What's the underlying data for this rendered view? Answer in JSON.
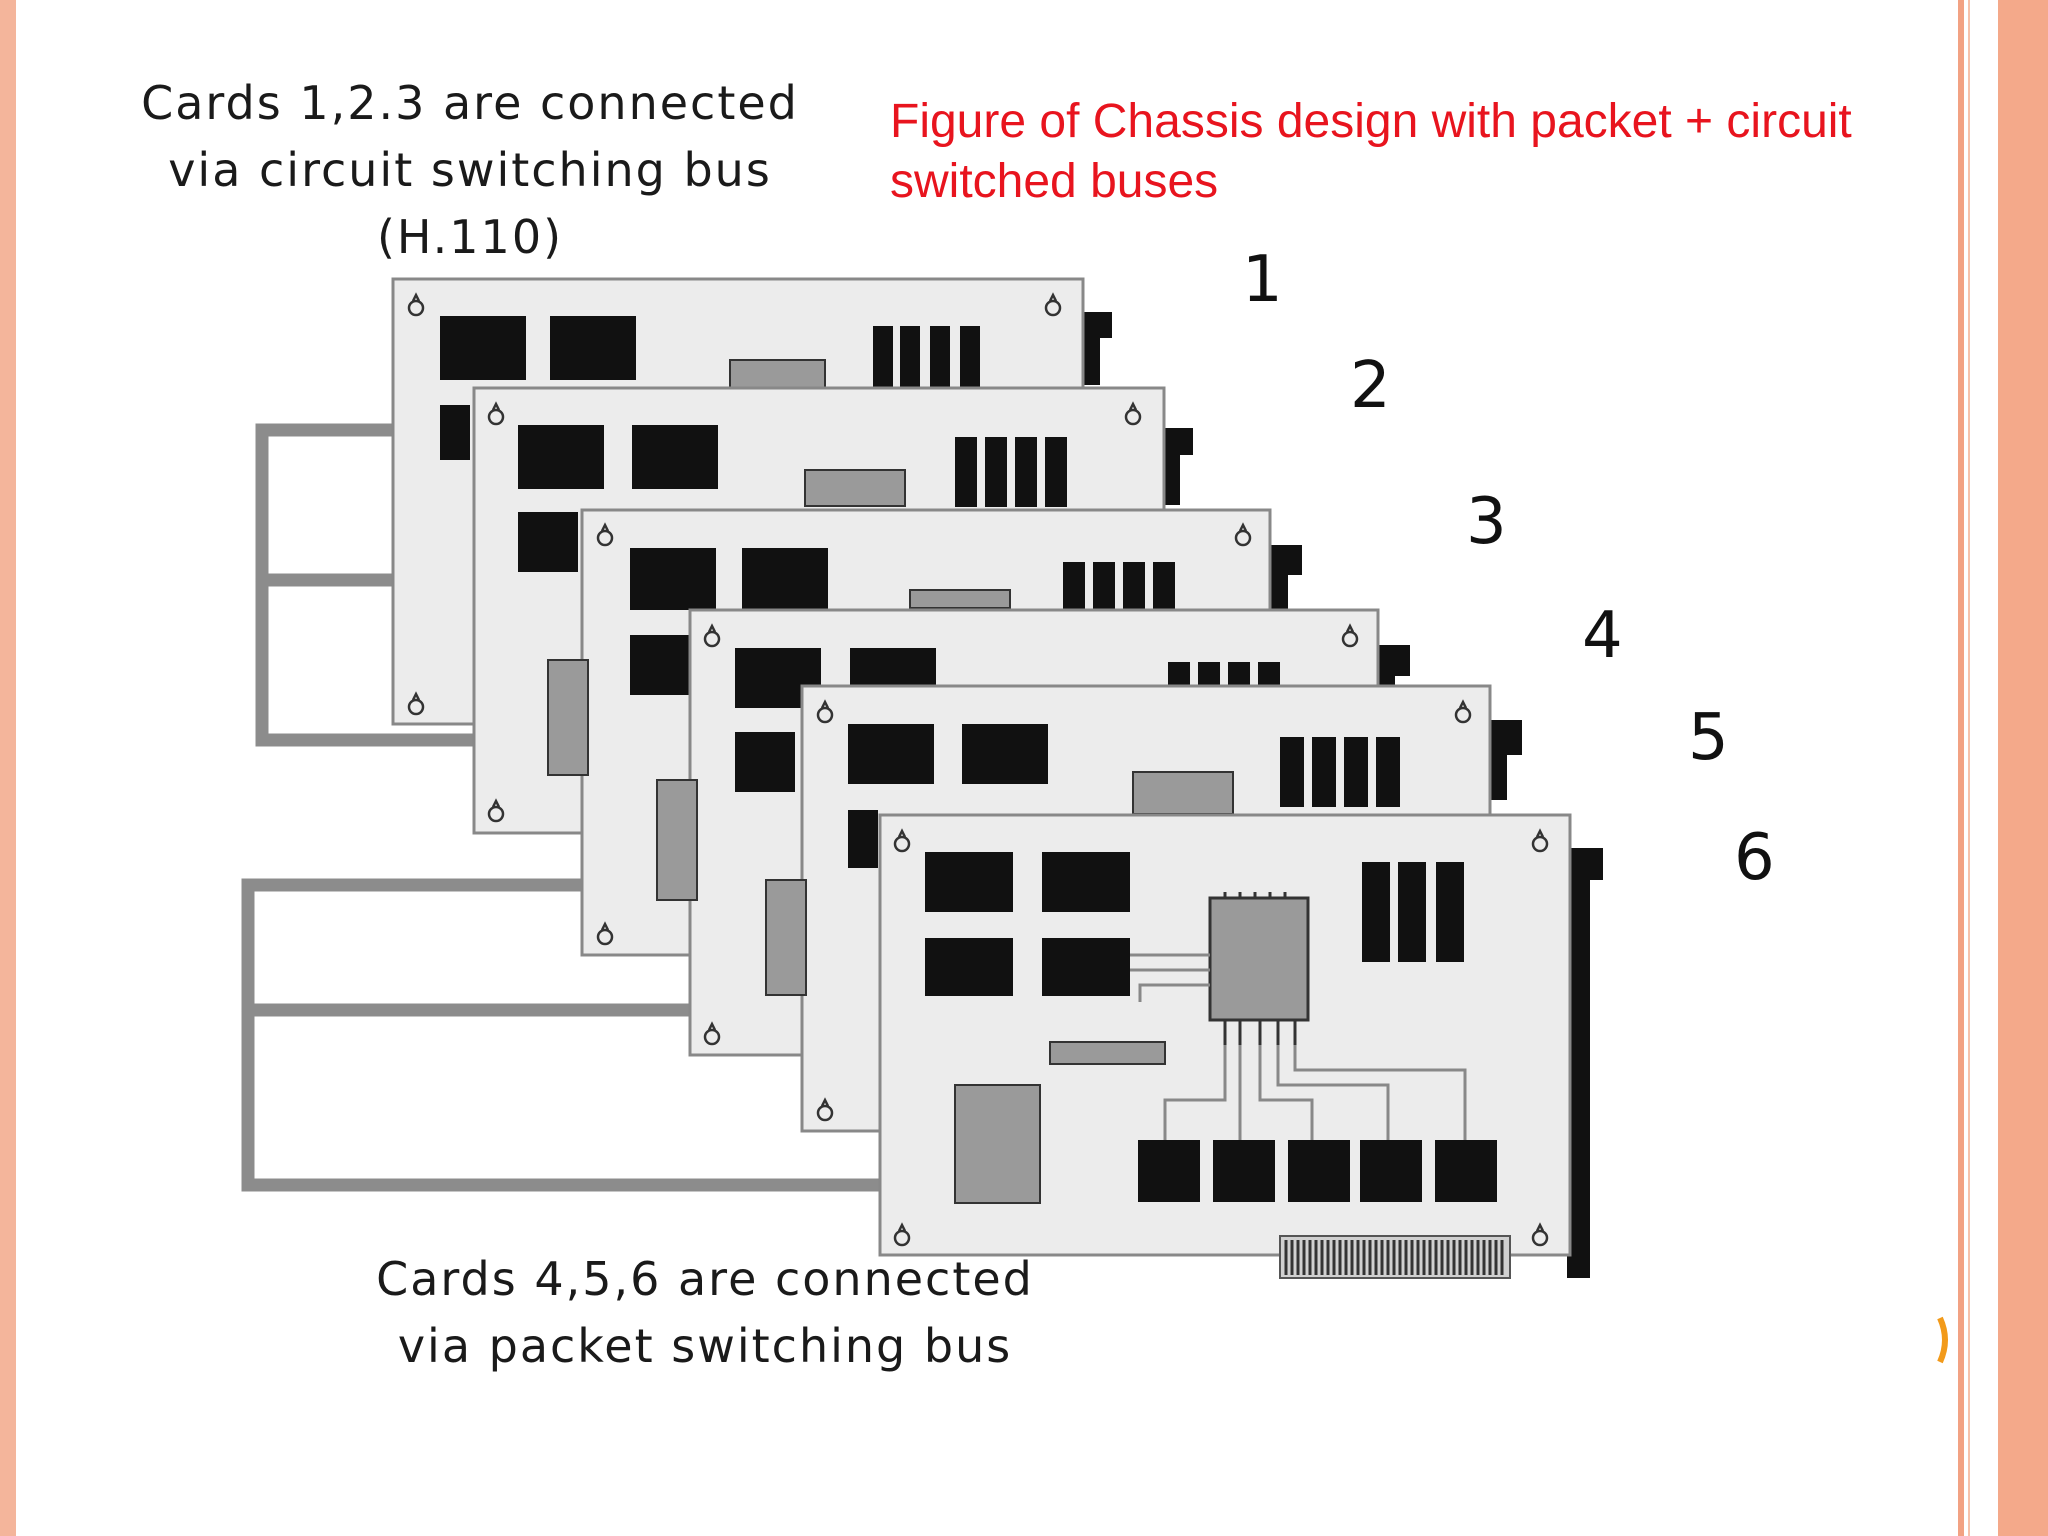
{
  "caption": "Figure of Chassis design with packet + circuit switched buses",
  "label_top": "Cards 1,2.3  are connected via circuit switching bus (H.110)",
  "label_bottom": "Cards 4,5,6 are connected via packet switching bus",
  "card_numbers": [
    "1",
    "2",
    "3",
    "4",
    "5",
    "6"
  ],
  "colors": {
    "caption": "#e8141e",
    "slide_border": "#f4a98a",
    "card_fill": "#ececec",
    "chip_fill": "#111111",
    "bus_gray": "#8c8c8c"
  }
}
